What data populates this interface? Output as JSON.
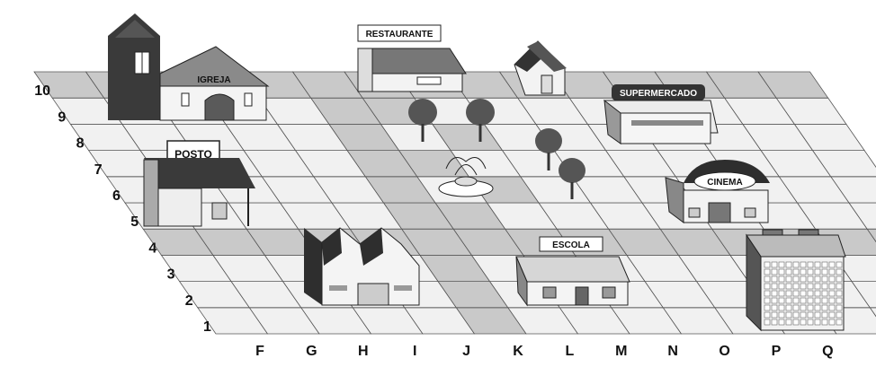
{
  "map": {
    "columns": [
      "F",
      "G",
      "H",
      "I",
      "J",
      "K",
      "L",
      "M",
      "N",
      "O",
      "P",
      "Q"
    ],
    "rows": [
      "1",
      "2",
      "3",
      "4",
      "5",
      "6",
      "7",
      "8",
      "9",
      "10"
    ],
    "colors": {
      "street": "#c9c9c9",
      "block": "#f1f1f1",
      "line": "#555555",
      "ink": "#2a2a2a"
    }
  },
  "buildings": {
    "igreja": "IGREJA",
    "posto": "POSTO",
    "restaurante": "RESTAURANTE",
    "supermercado": "SUPERMERCADO",
    "cinema": "CINEMA",
    "escola": "ESCOLA"
  }
}
